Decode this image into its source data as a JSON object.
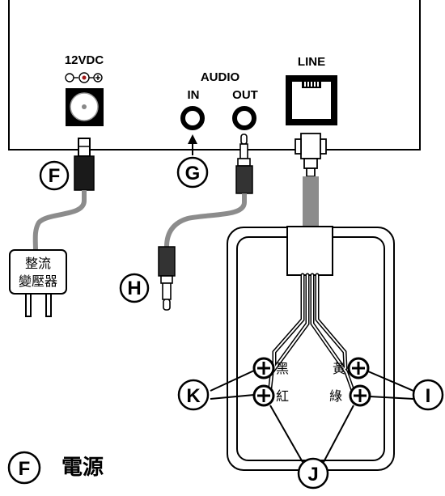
{
  "panel": {
    "power_label": "12VDC",
    "audio_label": "AUDIO",
    "audio_in_label": "IN",
    "audio_out_label": "OUT",
    "line_label": "LINE"
  },
  "adapter": {
    "line1": "整流",
    "line2": "變壓器"
  },
  "callouts": {
    "f": "F",
    "g": "G",
    "h": "H",
    "i": "I",
    "j": "J",
    "k": "K"
  },
  "terminals": {
    "black": "黑",
    "yellow": "黃",
    "red": "紅",
    "green": "綠"
  },
  "legend": {
    "letter": "F",
    "description": "電源"
  }
}
